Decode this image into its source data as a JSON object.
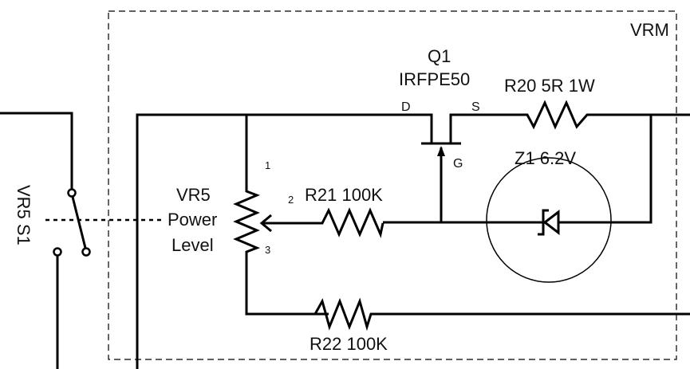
{
  "diagram": {
    "type": "circuit-schematic",
    "module_label": "VRM",
    "components": {
      "q1": {
        "ref": "Q1",
        "part": "IRFPE50",
        "pin_d": "D",
        "pin_s": "S",
        "pin_g": "G"
      },
      "r20": {
        "label": "R20 5R 1W"
      },
      "z1": {
        "label": "Z1 6.2V"
      },
      "r21": {
        "label": "R21 100K"
      },
      "r22": {
        "label": "R22 100K"
      },
      "vr5": {
        "line1": "VR5",
        "line2": "Power",
        "line3": "Level",
        "pin1": "1",
        "pin2": "2",
        "pin3": "3"
      },
      "switch": {
        "label": "VR5 S1"
      }
    }
  }
}
